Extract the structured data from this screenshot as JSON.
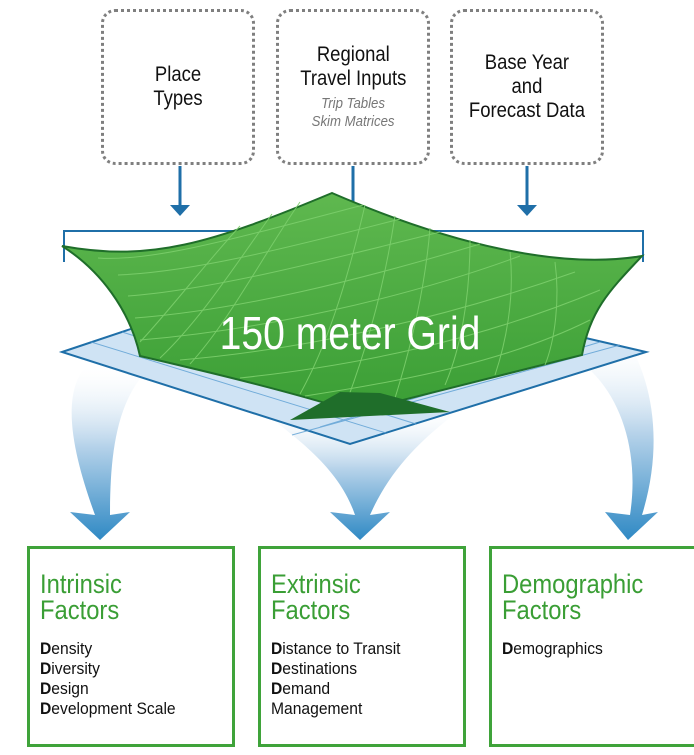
{
  "inputs": {
    "place_types": {
      "title": "Place\nTypes"
    },
    "regional": {
      "title": "Regional\nTravel Inputs",
      "subtitle": "Trip Tables\nSkim Matrices"
    },
    "base_year": {
      "title": "Base Year\nand\nForecast Data"
    }
  },
  "grid": {
    "label": "150 meter Grid"
  },
  "factors": [
    {
      "title": "Intrinsic\nFactors",
      "items": [
        {
          "initial": "D",
          "rest": "ensity"
        },
        {
          "initial": "D",
          "rest": "iversity"
        },
        {
          "initial": "D",
          "rest": "esign"
        },
        {
          "initial": "D",
          "rest": "evelopment Scale"
        }
      ]
    },
    {
      "title": "Extrinsic\nFactors",
      "items": [
        {
          "initial": "D",
          "rest": "istance to Transit"
        },
        {
          "initial": "D",
          "rest": "estinations"
        },
        {
          "initial": "D",
          "rest": "emand\nManagement"
        }
      ]
    },
    {
      "title": "Demographic\nFactors",
      "items": [
        {
          "initial": "D",
          "rest": "emographics"
        }
      ]
    }
  ],
  "colors": {
    "green": "#3a9e35",
    "dark_green": "#1f6e2a",
    "blue": "#1f6fa8",
    "light_blue": "#bcd8ee",
    "grid_line": "#66c15f"
  }
}
